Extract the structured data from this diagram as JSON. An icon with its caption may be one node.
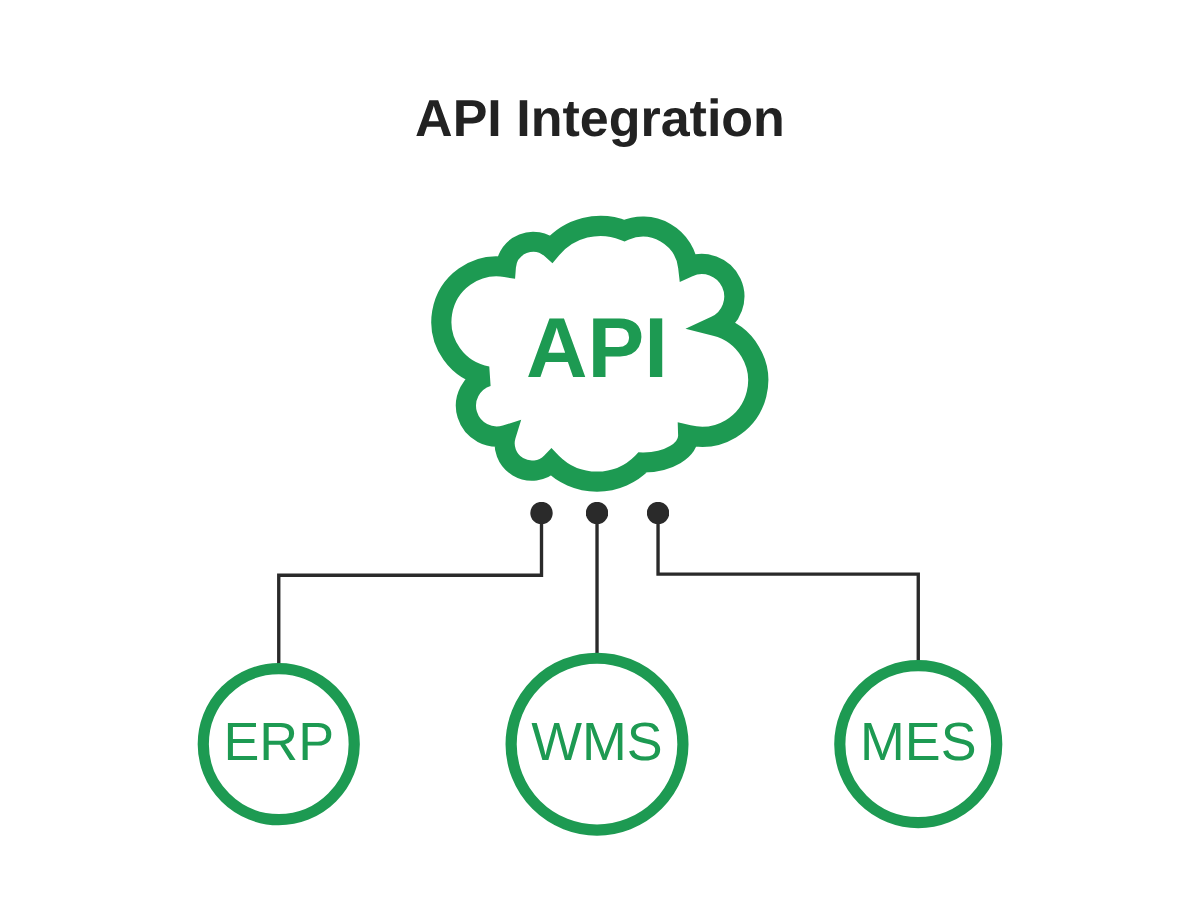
{
  "diagram": {
    "title": "API Integration",
    "nodes": [
      {
        "text": [
          "API"
        ]
      },
      {
        "text": [
          "ERP"
        ]
      },
      {
        "text": [
          "WMS"
        ]
      },
      {
        "text": [
          "MES"
        ]
      }
    ],
    "edges": [
      {
        "from": 0,
        "to": 1,
        "arrow": "other"
      },
      {
        "from": 0,
        "to": 2,
        "arrow": "other"
      },
      {
        "from": 0,
        "to": 3,
        "arrow": "other"
      }
    ]
  }
}
